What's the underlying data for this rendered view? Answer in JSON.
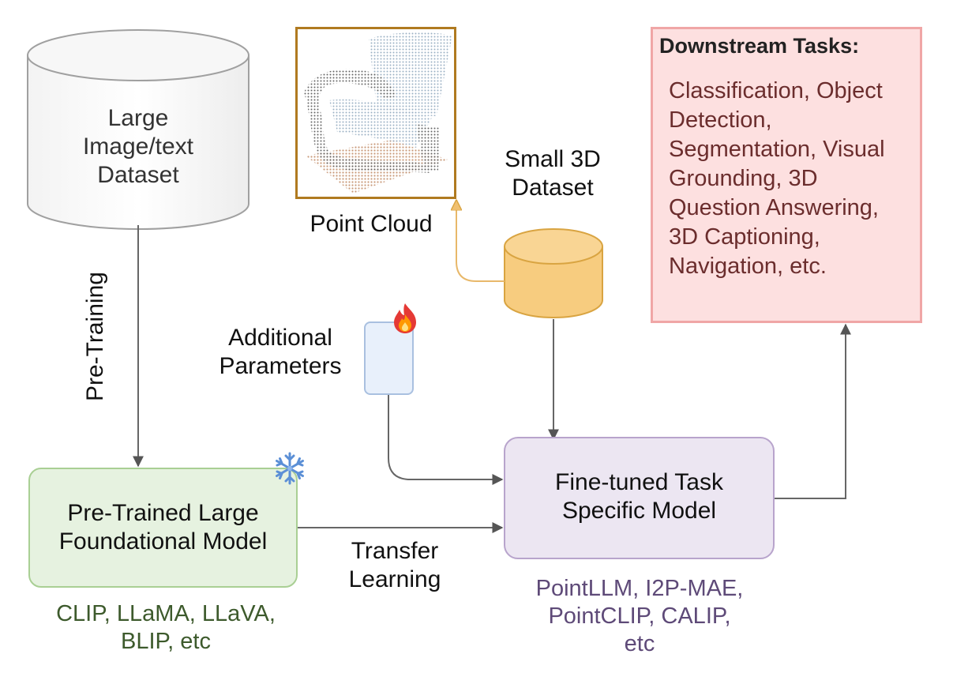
{
  "large_dataset": {
    "lines": [
      "Large",
      "Image/text",
      "Dataset"
    ]
  },
  "pretraining": {
    "label": "Pre-Training"
  },
  "foundational_model": {
    "lines": [
      "Pre-Trained Large",
      "Foundational Model"
    ],
    "examples": [
      "CLIP, LLaMA, LLaVA,",
      "BLIP, etc"
    ],
    "status_icon": "snowflake-icon"
  },
  "transfer_learning": {
    "lines": [
      "Transfer",
      "Learning"
    ]
  },
  "additional_parameters": {
    "lines": [
      "Additional",
      "Parameters"
    ],
    "status_icon": "fire-icon"
  },
  "point_cloud": {
    "label": "Point Cloud"
  },
  "small_dataset": {
    "lines": [
      "Small 3D",
      "Dataset"
    ]
  },
  "finetuned_model": {
    "lines": [
      "Fine-tuned Task",
      "Specific Model"
    ],
    "examples": [
      "PointLLM, I2P-MAE,",
      "PointCLIP, CALIP,",
      "etc"
    ]
  },
  "downstream": {
    "title": "Downstream Tasks:",
    "lines": [
      "Classification, Object",
      "Detection,",
      "Segmentation, Visual",
      "Grounding, 3D",
      "Question Answering,",
      "3D Captioning,",
      "Navigation, etc."
    ]
  },
  "colors": {
    "foundational_fill": "#e6f2e0",
    "foundational_border": "#a9cf94",
    "foundational_text": "#3d5a2c",
    "finetuned_fill": "#ece6f2",
    "finetuned_border": "#b8a4cc",
    "finetuned_text": "#5e4a78",
    "downstream_fill": "#fde0e0",
    "downstream_border": "#f0a6a6",
    "downstream_text": "#6b2d2d",
    "dataset_fill": "#f7cc7f",
    "dataset_border": "#d9a441",
    "params_fill": "#e8f0fb",
    "params_border": "#a9c0e0",
    "pointcloud_frame": "#b07a20",
    "arrow": "#666666"
  }
}
